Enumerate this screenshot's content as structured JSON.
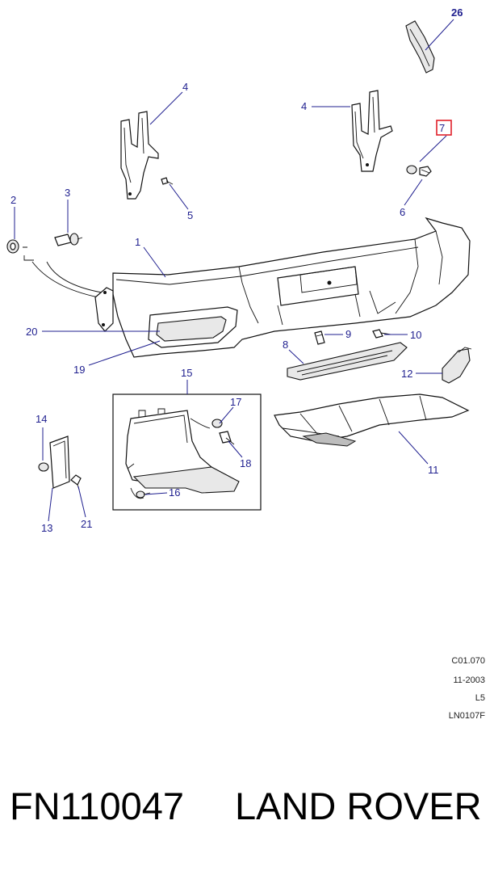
{
  "diagram": {
    "callouts": {
      "c1": "1",
      "c2": "2",
      "c3": "3",
      "c4a": "4",
      "c4b": "4",
      "c5": "5",
      "c6": "6",
      "c7": "7",
      "c8": "8",
      "c9": "9",
      "c10": "10",
      "c11": "11",
      "c12": "12",
      "c13": "13",
      "c14": "14",
      "c15": "15",
      "c16": "16",
      "c17": "17",
      "c18": "18",
      "c19": "19",
      "c20": "20",
      "c21": "21",
      "c26": "26"
    },
    "highlight_color": "#e0202a",
    "callout_color": "#1f1f8f"
  },
  "reference": {
    "code": "C01.070",
    "date": "11-2003",
    "level": "L5",
    "illustration_id": "LN0107F"
  },
  "footer": {
    "part_number": "FN110047",
    "brand": "LAND ROVER"
  }
}
